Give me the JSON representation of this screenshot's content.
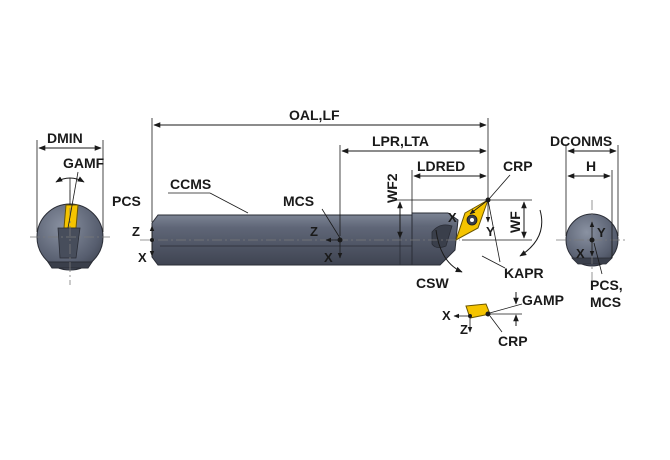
{
  "colors": {
    "tool_body": "#565d6e",
    "tool_highlight": "#7c8494",
    "insert": "#f5c400",
    "line": "#1a1a1a"
  },
  "labels": {
    "dmin": "DMIN",
    "gamf": "GAMF",
    "pcs": "PCS",
    "ccms": "CCMS",
    "oal_lf": "OAL,LF",
    "lpr_lta": "LPR,LTA",
    "ldred": "LDRED",
    "wf2": "WF2",
    "mcs": "MCS",
    "crp_top": "CRP",
    "wf": "WF",
    "kapr": "KAPR",
    "csw": "CSW",
    "gamp": "GAMP",
    "crp_bottom": "CRP",
    "dconms": "DCONMS",
    "h": "H",
    "pcs_mcs_line1": "PCS,",
    "pcs_mcs_line2": "MCS"
  },
  "axes": {
    "pcs_z": "Z",
    "pcs_x": "X",
    "mcs_z": "Z",
    "mcs_x": "X",
    "crp_x": "X",
    "crp_y": "Y",
    "right_y": "Y",
    "right_x": "X",
    "bottom_x": "X",
    "bottom_z": "Z"
  }
}
